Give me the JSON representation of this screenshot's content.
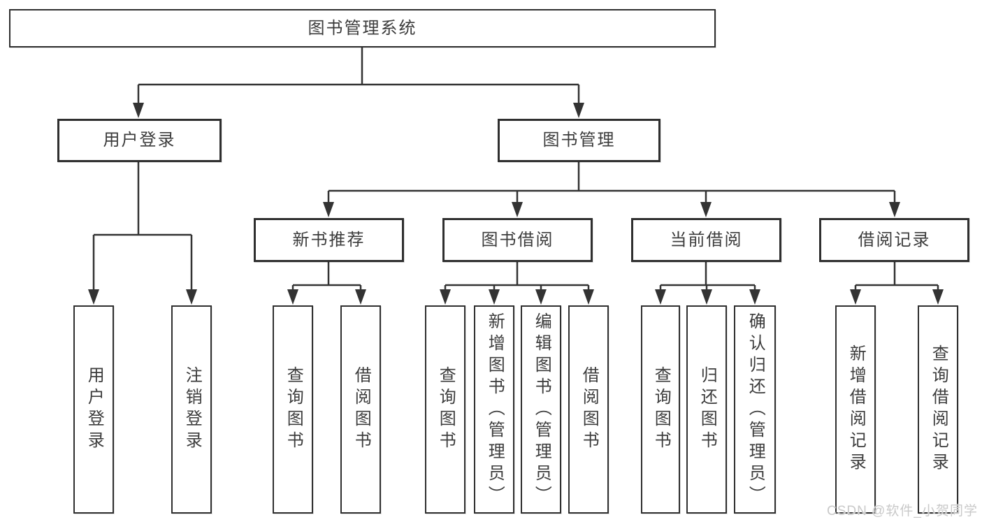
{
  "diagram": {
    "root": {
      "label": "图书管理系统"
    },
    "branches": [
      {
        "label": "用户登录",
        "children": [
          {
            "label": "用户登录"
          },
          {
            "label": "注销登录"
          }
        ]
      },
      {
        "label": "图书管理",
        "children": [
          {
            "label": "新书推荐",
            "children": [
              {
                "label": "查询图书"
              },
              {
                "label": "借阅图书"
              }
            ]
          },
          {
            "label": "图书借阅",
            "children": [
              {
                "label": "查询图书"
              },
              {
                "label": "新增图书（管理员）"
              },
              {
                "label": "编辑图书（管理员）"
              },
              {
                "label": "借阅图书"
              }
            ]
          },
          {
            "label": "当前借阅",
            "children": [
              {
                "label": "查询图书"
              },
              {
                "label": "归还图书"
              },
              {
                "label": "确认归还（管理员）"
              }
            ]
          },
          {
            "label": "借阅记录",
            "children": [
              {
                "label": "新增借阅记录"
              },
              {
                "label": "查询借阅记录"
              }
            ]
          }
        ]
      }
    ],
    "watermark": "CSDN @软件_小贺同学",
    "colors": {
      "line": "#333333",
      "box_border": "#2f2f2f",
      "text": "#3c3c3c",
      "watermark": "#c9c9c9",
      "background": "#ffffff"
    }
  }
}
